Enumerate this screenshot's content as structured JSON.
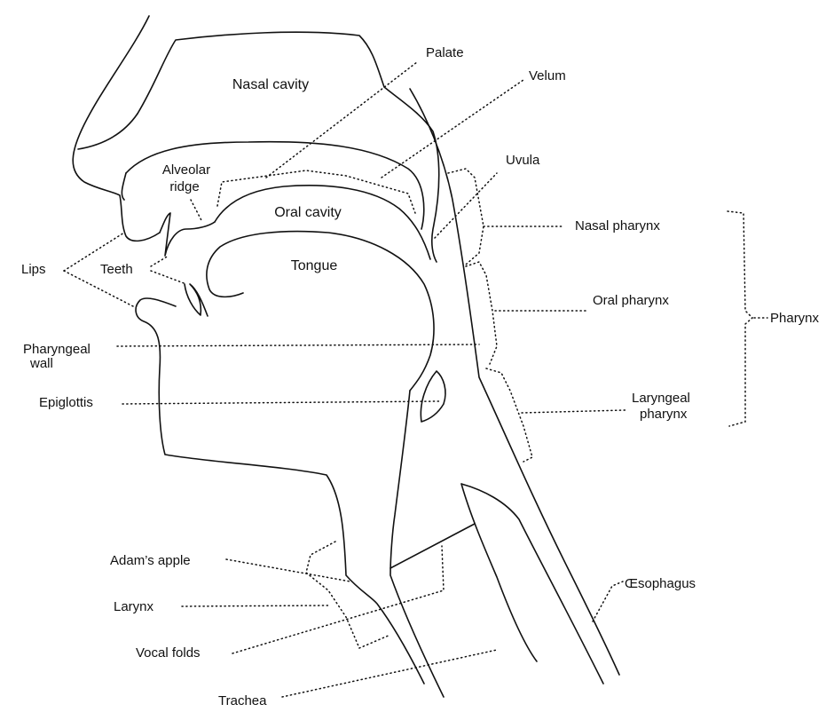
{
  "labels": {
    "nasal_cavity": "Nasal cavity",
    "palate": "Palate",
    "velum": "Velum",
    "uvula": "Uvula",
    "alveolar_ridge_1": "Alveolar",
    "alveolar_ridge_2": "ridge",
    "oral_cavity": "Oral cavity",
    "nasal_pharynx": "Nasal pharynx",
    "lips": "Lips",
    "teeth": "Teeth",
    "tongue": "Tongue",
    "oral_pharynx": "Oral pharynx",
    "pharynx": "Pharynx",
    "pharyngeal_wall_1": "Pharyngeal",
    "pharyngeal_wall_2": "wall",
    "epiglottis": "Epiglottis",
    "laryngeal_pharynx_1": "Laryngeal",
    "laryngeal_pharynx_2": "pharynx",
    "adams_apple": "Adam’s apple",
    "larynx": "Larynx",
    "oesophagus": "Œsophagus",
    "vocal_folds": "Vocal folds",
    "trachea": "Trachea"
  }
}
